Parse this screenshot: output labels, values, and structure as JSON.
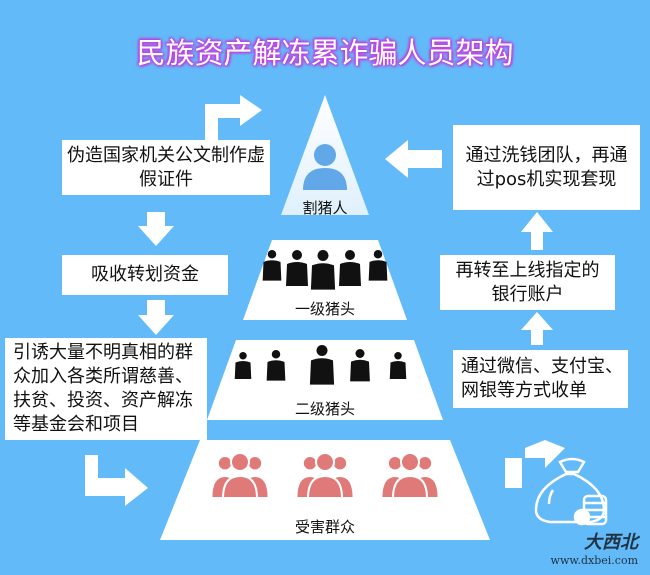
{
  "title": "民族资产解冻累诈骗人员架构",
  "pyramid": {
    "top": "割猪人",
    "level1": "一级猪头",
    "level2": "二级猪头",
    "bottom": "受害群众"
  },
  "left_steps": [
    "伪造国家机关公文制作虚假证件",
    "吸收转划资金",
    "引诱大量不明真相的群众加入各类所谓慈善、扶贫、投资、资产解冻等基金会和项目"
  ],
  "right_steps": [
    "通过微信、支付宝、网银等方式收单",
    "再转至上线指定的银行账户",
    "通过洗钱团队，再通过pos机实现套现"
  ],
  "watermark": {
    "name": "大西北",
    "url": "www.dxbei.com"
  },
  "colors": {
    "background": "#62baf8",
    "victim": "#e07a78",
    "silhouette": "#111111",
    "title_glow": "#c040e0"
  }
}
